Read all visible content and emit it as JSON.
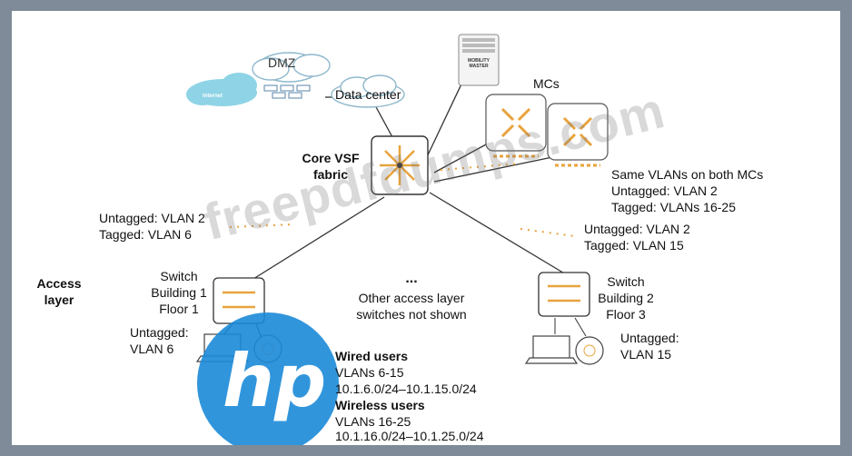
{
  "labels": {
    "dmz": "DMZ",
    "internet": "Internet",
    "data_center": "Data center",
    "mobility_master": "MOBILITY MASTER",
    "mcs": "MCs",
    "core_line1": "Core VSF",
    "core_line2": "fabric",
    "same_vlans": "Same VLANs on both MCs",
    "mc_untagged": "Untagged: VLAN 2",
    "mc_tagged": "Tagged: VLANs 16-25",
    "left_untagged": "Untagged: VLAN 2",
    "left_tagged": "Tagged: VLAN 6",
    "right_untagged": "Untagged: VLAN 2",
    "right_tagged": "Tagged: VLAN 15",
    "access_line1": "Access",
    "access_line2": "layer",
    "sw1_line1": "Switch",
    "sw1_line2": "Building 1",
    "sw1_line3": "Floor 1",
    "sw2_line1": "Switch",
    "sw2_line2": "Building 2",
    "sw2_line3": "Floor 3",
    "ellipsis": "...",
    "other_line1": "Other access layer",
    "other_line2": "switches not shown",
    "b1_untagged_line1": "Untagged:",
    "b1_untagged_line2": "VLAN 6",
    "b2_untagged_line1": "Untagged:",
    "b2_untagged_line2": "VLAN 15",
    "wired_title": "Wired users",
    "wired_vlans": "VLANs 6-15",
    "wired_subnets": "10.1.6.0/24–10.1.15.0/24",
    "wireless_title": "Wireless users",
    "wireless_vlans": "VLANs 16-25",
    "wireless_subnets": "10.1.16.0/24–10.1.25.0/24",
    "watermark": "freepdfdumps.com",
    "logo": "hp"
  },
  "colors": {
    "accent": "#e8a33c",
    "cloud": "#8fd3e6",
    "logo_blue": "#1b8ad8",
    "link": "#333333"
  }
}
